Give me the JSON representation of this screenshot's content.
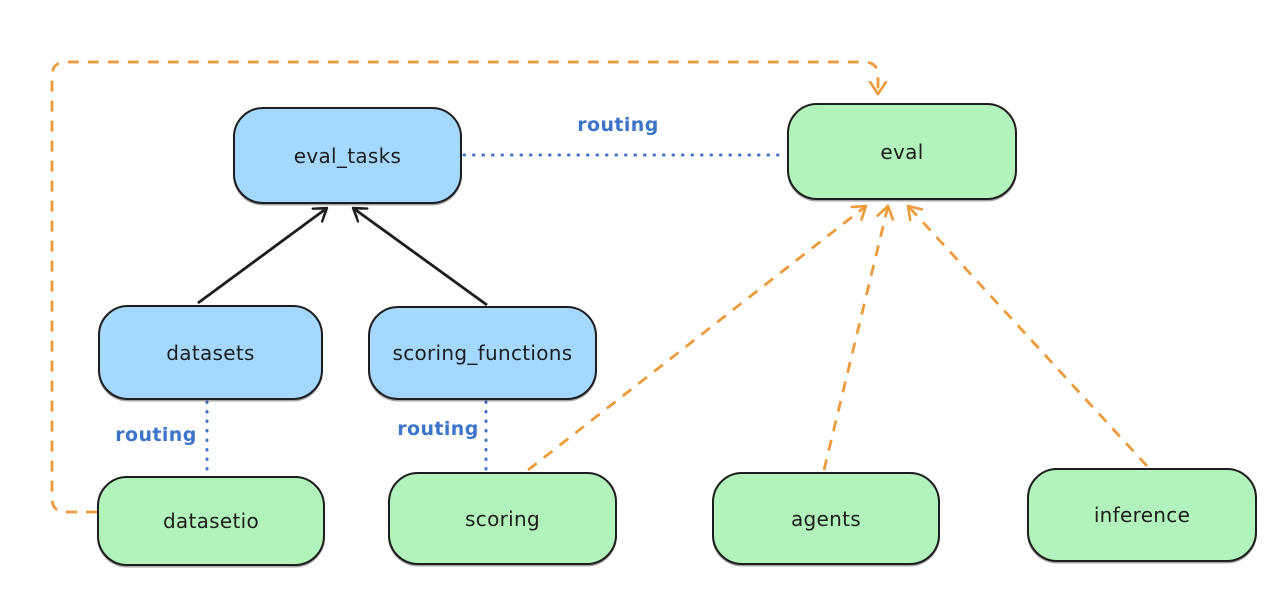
{
  "diagram": {
    "colors": {
      "background": "#ffffff",
      "api_node_fill_blue": "#a5d8ff",
      "provider_node_fill_green": "#b2f2bb",
      "node_stroke": "#1d1d1d",
      "routing_blue": "#3b74c8",
      "dashed_orange": "#ec9b3b",
      "solid_arrow_black": "#1d1d1d"
    },
    "nodes": {
      "eval_tasks": {
        "label": "eval_tasks",
        "fill": "blue"
      },
      "eval": {
        "label": "eval",
        "fill": "green"
      },
      "datasets": {
        "label": "datasets",
        "fill": "blue"
      },
      "scoring_functions": {
        "label": "scoring_functions",
        "fill": "blue"
      },
      "datasetio": {
        "label": "datasetio",
        "fill": "green"
      },
      "scoring": {
        "label": "scoring",
        "fill": "green"
      },
      "agents": {
        "label": "agents",
        "fill": "green"
      },
      "inference": {
        "label": "inference",
        "fill": "green"
      }
    },
    "edges": [
      {
        "from": "datasets",
        "to": "eval_tasks",
        "style": "solid-arrow",
        "color": "black",
        "label": ""
      },
      {
        "from": "scoring_functions",
        "to": "eval_tasks",
        "style": "solid-arrow",
        "color": "black",
        "label": ""
      },
      {
        "from": "eval_tasks",
        "to": "eval",
        "style": "dotted",
        "color": "blue",
        "label": "routing"
      },
      {
        "from": "datasets",
        "to": "datasetio",
        "style": "dotted",
        "color": "blue",
        "label": "routing"
      },
      {
        "from": "scoring_functions",
        "to": "scoring",
        "style": "dotted",
        "color": "blue",
        "label": "routing"
      },
      {
        "from": "datasetio",
        "to": "eval",
        "style": "dashed-arrow",
        "color": "orange",
        "label": ""
      },
      {
        "from": "scoring",
        "to": "eval",
        "style": "dashed-arrow",
        "color": "orange",
        "label": ""
      },
      {
        "from": "agents",
        "to": "eval",
        "style": "dashed-arrow",
        "color": "orange",
        "label": ""
      },
      {
        "from": "inference",
        "to": "eval",
        "style": "dashed-arrow",
        "color": "orange",
        "label": ""
      }
    ]
  }
}
